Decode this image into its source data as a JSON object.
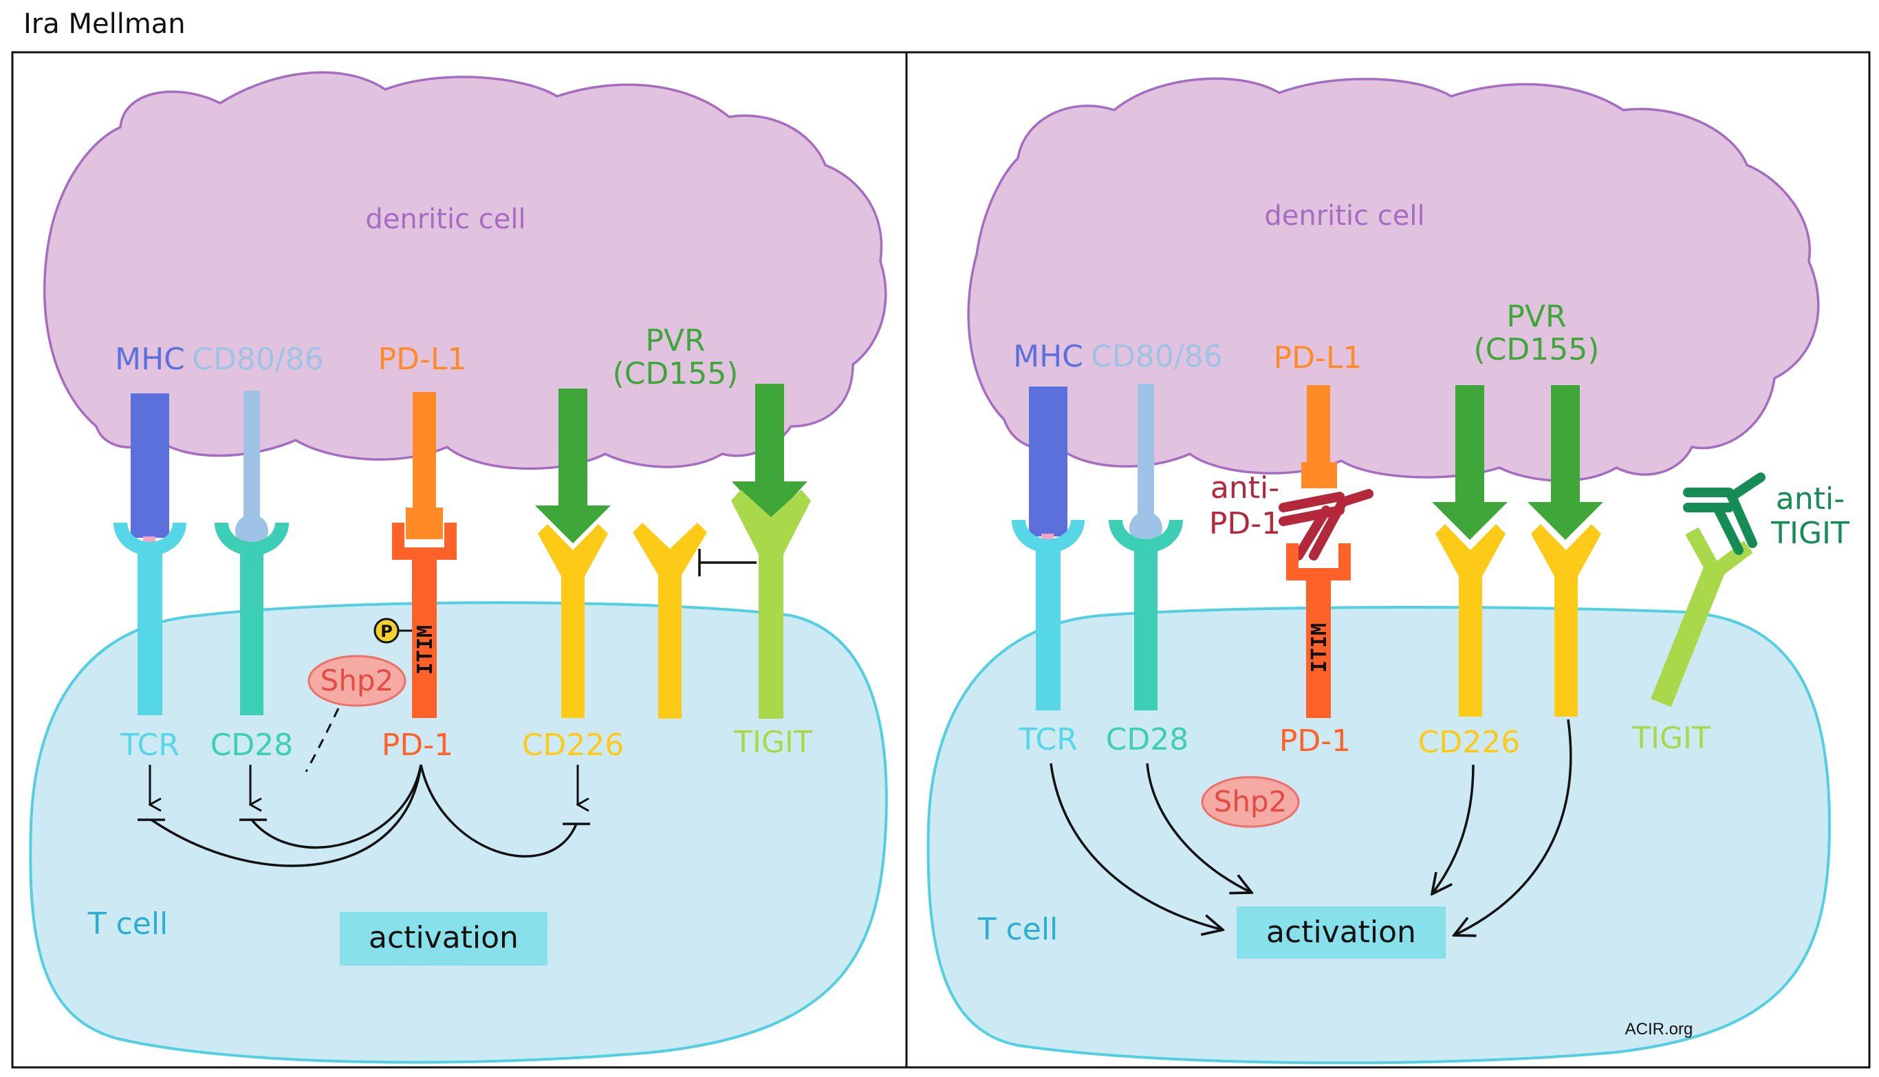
{
  "author": "Ira Mellman",
  "watermark": "ACIR.org",
  "colors": {
    "dc_fill": "#e1c3e0",
    "dc_stroke": "#a66cc1",
    "tcell_fill": "#cde9f3",
    "tcell_stroke": "#52cfe0",
    "mhc": "#5b70db",
    "cd80": "#9fc3e6",
    "pdl1": "#ff8a26",
    "pd1": "#ff6228",
    "pvr": "#3fa63a",
    "tcr": "#55d7e7",
    "cd28": "#3ccfb6",
    "cd226": "#fdca17",
    "tigit": "#a9d94b",
    "shp2_fill": "#f6aaa4",
    "shp2_stroke": "#ef6f67",
    "activation_box": "#88e1ea",
    "anti_pd1": "#b3283a",
    "anti_tigit": "#168c55"
  },
  "left": {
    "dendritic_label": "denritic cell",
    "ligands": {
      "mhc": "MHC",
      "cd80": "CD80/86",
      "pdl1": "PD-L1",
      "pvr_line1": "PVR",
      "pvr_line2": "(CD155)"
    },
    "receptors": {
      "tcr": "TCR",
      "cd28": "CD28",
      "pd1": "PD-1",
      "cd226": "CD226",
      "tigit": "TIGIT"
    },
    "itim": "ITIM",
    "phospho": "P",
    "shp2": "Shp2",
    "tcell_label": "T cell",
    "activation": "activation"
  },
  "right": {
    "dendritic_label": "denritic cell",
    "ligands": {
      "mhc": "MHC",
      "cd80": "CD80/86",
      "pdl1": "PD-L1",
      "pvr_line1": "PVR",
      "pvr_line2": "(CD155)"
    },
    "receptors": {
      "tcr": "TCR",
      "cd28": "CD28",
      "pd1": "PD-1",
      "cd226": "CD226",
      "tigit": "TIGIT"
    },
    "anti_pd1_line1": "anti-",
    "anti_pd1_line2": "PD-1",
    "anti_tigit_line1": "anti-",
    "anti_tigit_line2": "TIGIT",
    "itim": "ITIM",
    "shp2": "Shp2",
    "tcell_label": "T cell",
    "activation": "activation"
  }
}
